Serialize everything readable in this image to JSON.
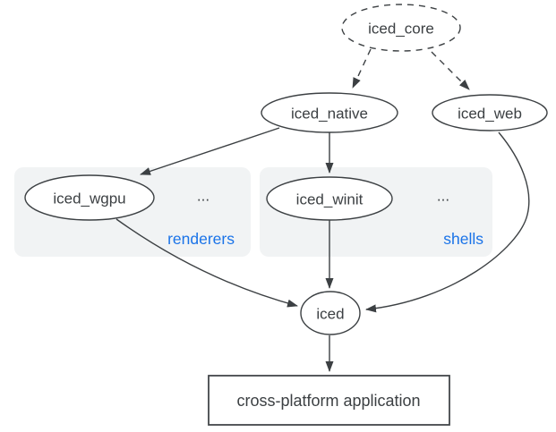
{
  "diagram": {
    "colors": {
      "background": "#ffffff",
      "line": "#3c4043",
      "text": "#3c4043",
      "accent_blue": "#1a73e8",
      "group_fill": "#f1f3f4",
      "node_fill": "#ffffff"
    },
    "nodes": {
      "iced_core": {
        "label": "iced_core",
        "shape": "ellipse",
        "style": "dashed"
      },
      "iced_native": {
        "label": "iced_native",
        "shape": "ellipse",
        "style": "solid"
      },
      "iced_web": {
        "label": "iced_web",
        "shape": "ellipse",
        "style": "solid"
      },
      "iced_wgpu": {
        "label": "iced_wgpu",
        "shape": "ellipse",
        "style": "solid"
      },
      "iced_winit": {
        "label": "iced_winit",
        "shape": "ellipse",
        "style": "solid"
      },
      "iced": {
        "label": "iced",
        "shape": "ellipse",
        "style": "solid"
      },
      "application": {
        "label": "cross-platform application",
        "shape": "rectangle",
        "style": "solid"
      }
    },
    "groups": {
      "renderers": {
        "label": "renderers",
        "ellipsis": "...",
        "members": [
          "iced_wgpu"
        ]
      },
      "shells": {
        "label": "shells",
        "ellipsis": "...",
        "members": [
          "iced_winit"
        ]
      }
    },
    "edges": [
      {
        "from": "iced_core",
        "to": "iced_native",
        "style": "dashed"
      },
      {
        "from": "iced_core",
        "to": "iced_web",
        "style": "dashed"
      },
      {
        "from": "iced_native",
        "to": "iced_wgpu",
        "style": "solid"
      },
      {
        "from": "iced_native",
        "to": "iced_winit",
        "style": "solid"
      },
      {
        "from": "iced_wgpu",
        "to": "iced",
        "style": "solid"
      },
      {
        "from": "iced_winit",
        "to": "iced",
        "style": "solid"
      },
      {
        "from": "iced_web",
        "to": "iced",
        "style": "solid"
      },
      {
        "from": "iced",
        "to": "application",
        "style": "solid"
      }
    ]
  }
}
